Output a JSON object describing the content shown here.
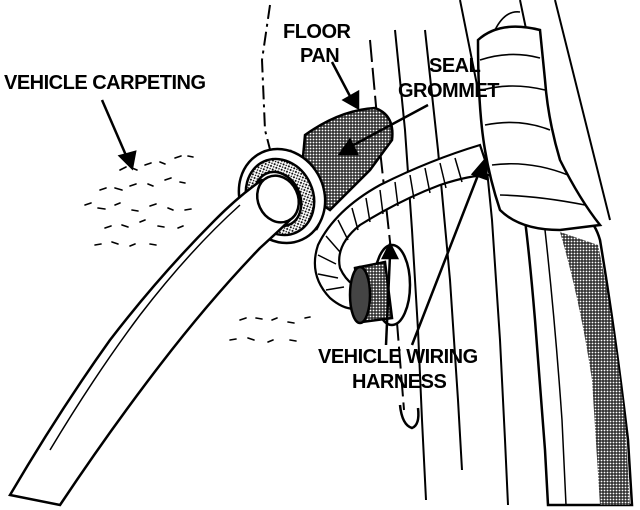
{
  "labels": {
    "floor_pan_line1": "FLOOR",
    "floor_pan_line2": "PAN",
    "seal_grommet_line1": "SEAL",
    "seal_grommet_line2": "GROMMET",
    "vehicle_carpeting": "VEHICLE CARPETING",
    "wiring_harness_line1": "VEHICLE WIRING",
    "wiring_harness_line2": "HARNESS"
  },
  "colors": {
    "ink": "#000000",
    "paper": "#ffffff",
    "shade": "#8a8a8a"
  }
}
